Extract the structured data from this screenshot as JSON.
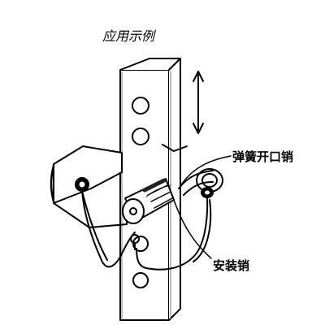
{
  "diagram": {
    "title": "应用示例",
    "labels": {
      "spring_cotter_pin": "弹簧开口销",
      "install_pin": "安装销"
    }
  }
}
